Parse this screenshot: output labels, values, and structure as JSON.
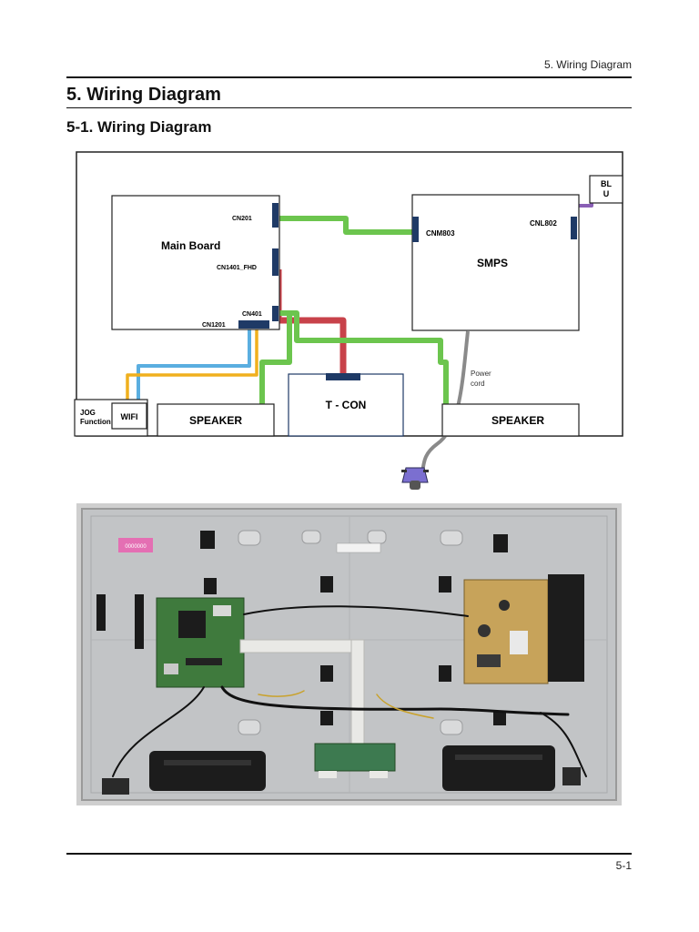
{
  "running_header": "5. Wiring Diagram",
  "section_title": "5. Wiring Diagram",
  "subsection_title": "5-1. Wiring Diagram",
  "diagram": {
    "main_board": "Main Board",
    "smps": "SMPS",
    "tcon": "T - CON",
    "speaker_left": "SPEAKER",
    "speaker_right": "SPEAKER",
    "wifi": "WIFI",
    "jog_line1": "JOG",
    "jog_line2": "Function",
    "blu_line1": "BL",
    "blu_line2": "U",
    "cn201": "CN201",
    "cn1401": "CN1401_FHD",
    "cn401": "CN401",
    "cn1201": "CN1201",
    "cnm803": "CNM803",
    "cnl802": "CNL802",
    "power_cord_line1": "Power",
    "power_cord_line2": "cord",
    "colors": {
      "green_cable": "#6cc54e",
      "red_cable": "#c8424a",
      "blue_cable": "#5aaee0",
      "orange_cable": "#f0b01e",
      "purple_cable": "#8a5fb5",
      "connector": "#1f3a66",
      "power_cord": "#8a8a8a"
    }
  },
  "photo_labels": {
    "pink_sticker": "0000000"
  },
  "page_number": "5-1"
}
